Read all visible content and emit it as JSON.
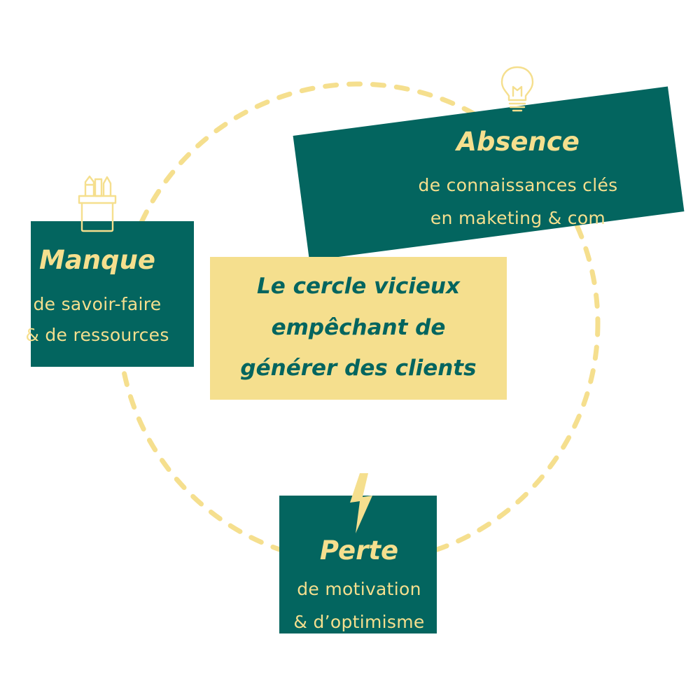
{
  "center": {
    "lines": [
      "Le cercle vicieux",
      "empêchant de",
      "générer des clients"
    ]
  },
  "absence": {
    "title": "Absence",
    "line1": "de connaissances clés",
    "line2": "en maketing & com",
    "icon": "lightbulb-icon"
  },
  "manque": {
    "title": "Manque",
    "line1": "de savoir-faire",
    "line2": "& de ressources",
    "icon": "pencil-cup-icon"
  },
  "perte": {
    "title": "Perte",
    "line1": "de motivation",
    "line2": "& d’optimisme",
    "icon": "lightning-bolt-icon"
  },
  "colors": {
    "teal": "#03655f",
    "yellow": "#f5df8e"
  }
}
